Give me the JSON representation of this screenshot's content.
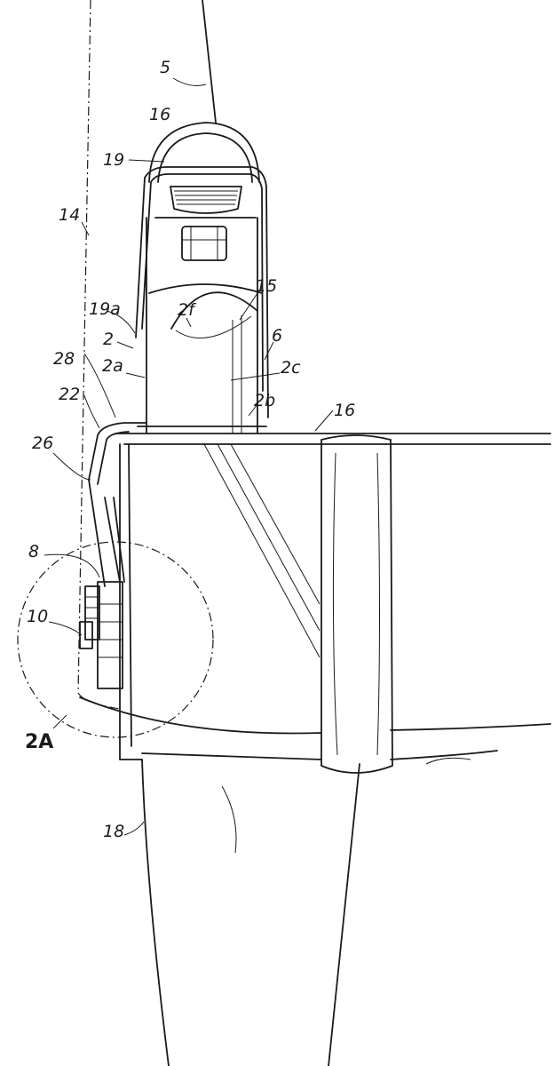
{
  "figure": {
    "labels": {
      "l5": "5",
      "l16a": "16",
      "l19": "19",
      "l14": "14",
      "l19a": "19a",
      "l2": "2",
      "l28": "28",
      "l2a": "2a",
      "l2f": "2f",
      "l15": "15",
      "l6": "6",
      "l2c": "2c",
      "l22": "22",
      "l2b": "2b",
      "l16b": "16",
      "l26": "26",
      "l8": "8",
      "l10": "10",
      "l18": "18"
    },
    "detail_label": "2A"
  }
}
